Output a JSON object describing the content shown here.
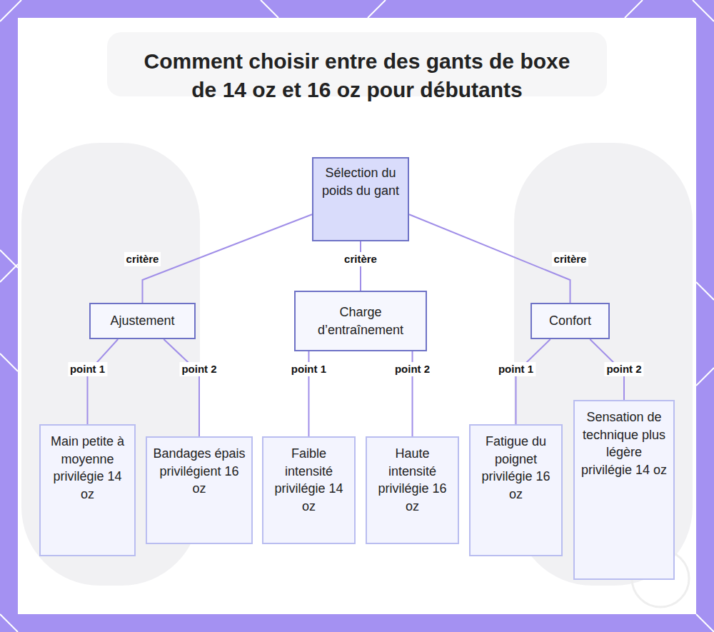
{
  "diagram": {
    "title": "Comment choisir entre des gants de boxe de 14 oz et 16 oz pour débutants",
    "nodes": [
      {
        "text": [
          "Sélection du poids du gant"
        ]
      },
      {
        "text": [
          "Ajustement"
        ]
      },
      {
        "text": [
          "Charge d’entraînement"
        ]
      },
      {
        "text": [
          "Confort"
        ]
      },
      {
        "text": [
          "Main petite à moyenne privilégie 14 oz"
        ]
      },
      {
        "text": [
          "Bandages épais privilégient 16 oz"
        ]
      },
      {
        "text": [
          "Faible intensité privilégie 14 oz"
        ]
      },
      {
        "text": [
          "Haute intensité privilégie 16 oz"
        ]
      },
      {
        "text": [
          "Fatigue du poignet privilégie 16 oz"
        ]
      },
      {
        "text": [
          "Sensation de technique plus légère privilégie 14 oz"
        ]
      }
    ],
    "edges": [
      {
        "from": 0,
        "to": 1,
        "label": "critère",
        "arrow": "none"
      },
      {
        "from": 0,
        "to": 2,
        "label": "critère",
        "arrow": "none"
      },
      {
        "from": 0,
        "to": 3,
        "label": "critère",
        "arrow": "none"
      },
      {
        "from": 1,
        "to": 4,
        "label": "point 1",
        "arrow": "none"
      },
      {
        "from": 1,
        "to": 5,
        "label": "point 2",
        "arrow": "none"
      },
      {
        "from": 2,
        "to": 6,
        "label": "point 1",
        "arrow": "none"
      },
      {
        "from": 2,
        "to": 7,
        "label": "point 2",
        "arrow": "none"
      },
      {
        "from": 3,
        "to": 8,
        "label": "point 1",
        "arrow": "none"
      },
      {
        "from": 3,
        "to": 9,
        "label": "point 2",
        "arrow": "none"
      }
    ]
  }
}
